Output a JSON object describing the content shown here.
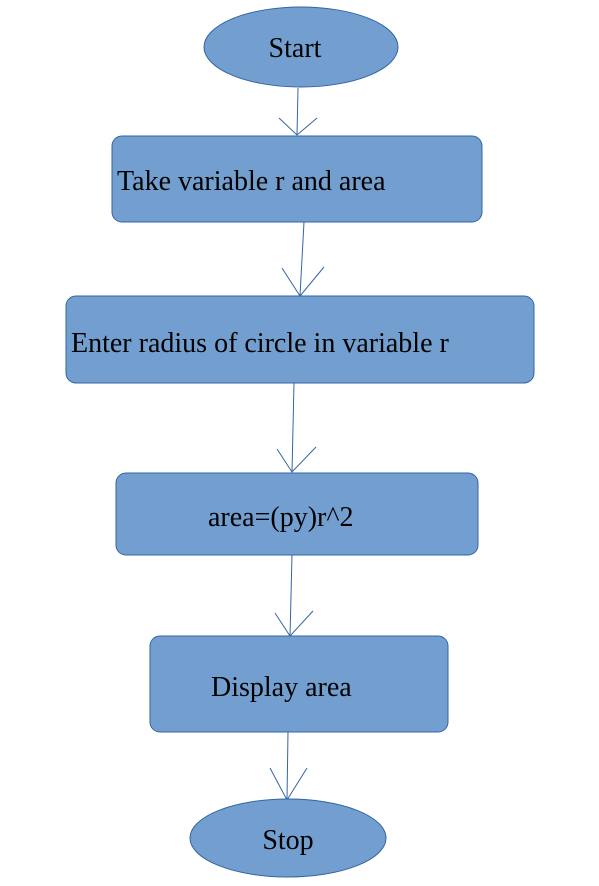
{
  "colors": {
    "node_fill": "#729fcf",
    "node_stroke": "#3465a4",
    "connector": "#3465a4",
    "text": "#000000"
  },
  "nodes": {
    "start": "Start",
    "take_variable": "Take variable r and area",
    "enter_radius": "Enter radius of circle in variable r",
    "compute_area": "area=(py)r^2",
    "display_area": "Display area",
    "stop": "Stop"
  }
}
